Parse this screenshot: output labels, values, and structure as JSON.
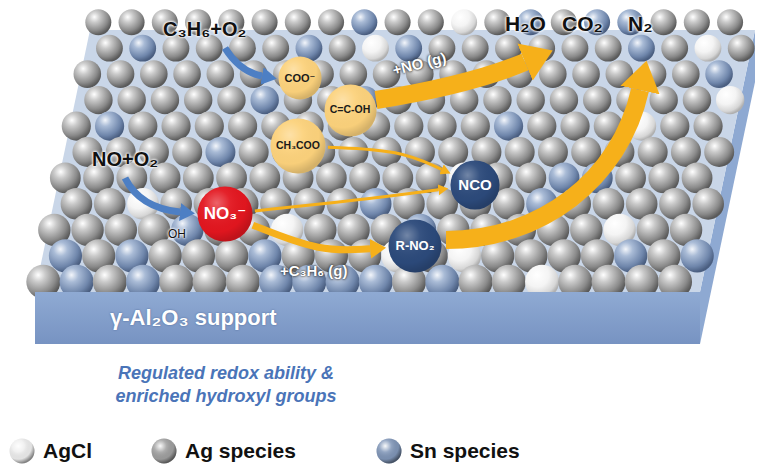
{
  "diagram": {
    "nodes": [
      {
        "text": [
          "COO⁻"
        ]
      },
      {
        "text": [
          "C=C-OH"
        ]
      },
      {
        "text": [
          "CH₃COO"
        ]
      },
      {
        "text": [
          "NO₃⁻"
        ]
      },
      {
        "text": [
          "NCO"
        ]
      },
      {
        "text": [
          "R-NO₂"
        ]
      },
      {
        "text": [
          "γ-Al₂O₃ support"
        ]
      }
    ],
    "edges": [
      {
        "from": 2,
        "to": 4,
        "arrow": "to"
      },
      {
        "from": 3,
        "to": 4,
        "arrow": "to"
      },
      {
        "from": 3,
        "to": 5,
        "label": "+C₃H₆ (g)",
        "arrow": "to"
      }
    ],
    "labels": [
      "C₃H₆+O₂",
      "NO+O₂",
      "OH",
      "+NO (g)",
      "H₂O",
      "CO₂",
      "N₂",
      "Regulated redox ability & enriched hydroxyl groups"
    ],
    "legend": [
      {
        "text": "AgCl",
        "color": "#eeeeee"
      },
      {
        "text": "Ag species",
        "color": "#a0a0a0"
      },
      {
        "text": "Sn species",
        "color": "#8096b8"
      }
    ]
  }
}
